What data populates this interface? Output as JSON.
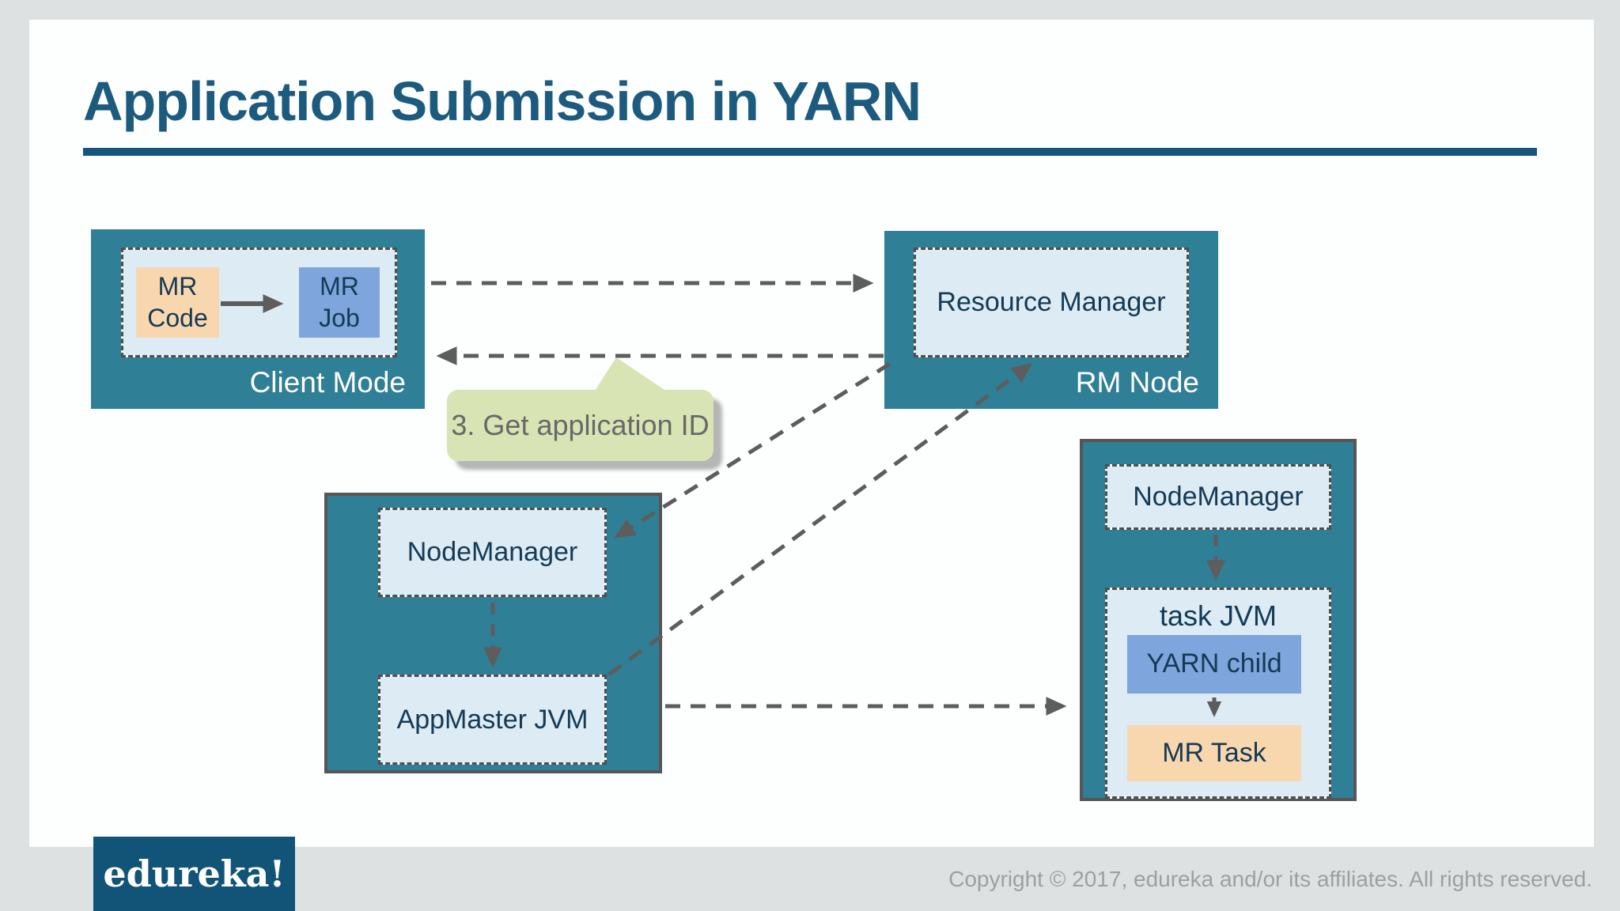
{
  "title": "Application Submission in YARN",
  "colors": {
    "frame_gray": "#dde1e1",
    "title_blue": "#1d5b7e",
    "rule_blue": "#15567e",
    "teal": "#2f7f97",
    "teal_border": "#565656",
    "light_panel": "#dcebf4",
    "dash_gray": "#4f4f4f",
    "orange": "#f9d7ae",
    "blue": "#7ea6dc",
    "green": "#d8e4b3",
    "text_dark": "#143a55",
    "callout_text": "#686868",
    "arrow_gray": "#5d5d5d",
    "logo_navy": "#115478",
    "copyright_gray": "#9aa1a4"
  },
  "client_node": {
    "label": "Client Mode",
    "mr_code": "MR Code",
    "mr_job": "MR Job"
  },
  "rm_node": {
    "label": "RM Node",
    "resource_manager": "Resource Manager"
  },
  "callout": {
    "text": "3. Get application ID"
  },
  "appmaster_node": {
    "nodemanager": "NodeManager",
    "appmaster_jvm": "AppMaster JVM"
  },
  "task_node": {
    "nodemanager": "NodeManager",
    "task_jvm": "task JVM",
    "yarn_child": "YARN child",
    "mr_task": "MR Task"
  },
  "footer": {
    "logo": "edureka!",
    "copyright": "Copyright © 2017, edureka and/or its affiliates. All rights reserved."
  }
}
